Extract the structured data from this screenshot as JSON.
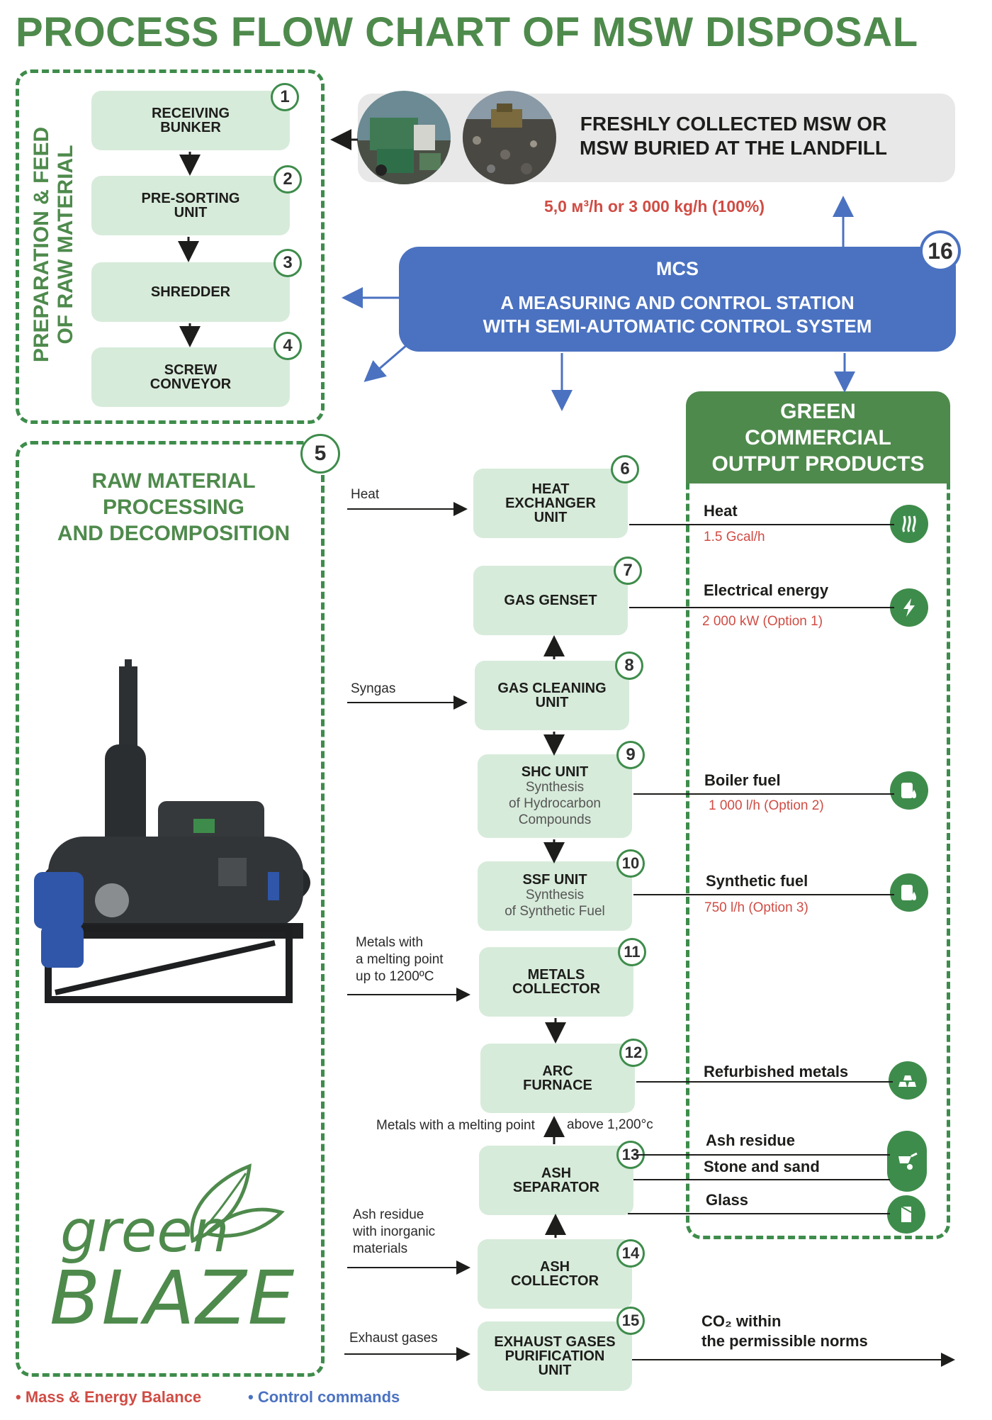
{
  "title": "PROCESS FLOW CHART OF MSW DISPOSAL",
  "prep_section_title_lines": [
    "PREPARATION & FEED",
    "OF RAW MATERIAL"
  ],
  "prep_steps": [
    {
      "num": "1",
      "lines": [
        "RECEIVING",
        "BUNKER"
      ]
    },
    {
      "num": "2",
      "lines": [
        "PRE-SORTING",
        "UNIT"
      ]
    },
    {
      "num": "3",
      "lines": [
        "SHREDDER"
      ]
    },
    {
      "num": "4",
      "lines": [
        "SCREW",
        "CONVEYOR"
      ]
    }
  ],
  "msw": {
    "lines": [
      "FRESHLY COLLECTED MSW OR",
      "MSW BURIED AT THE LANDFILL"
    ],
    "rate": "5,0 м³/h  or 3 000 kg/h  (100%)"
  },
  "mcs": {
    "num": "16",
    "title": "MCS",
    "lines": [
      "A MEASURING AND CONTROL STATION",
      "WITH SEMI-AUTOMATIC CONTROL SYSTEM"
    ]
  },
  "processing": {
    "num": "5",
    "title_lines": [
      "RAW MATERIAL",
      "PROCESSING",
      "AND DECOMPOSITION"
    ]
  },
  "green_output": {
    "title_lines": [
      "GREEN",
      "COMMERCIAL",
      "OUTPUT PRODUCTS"
    ]
  },
  "units": [
    {
      "num": "6",
      "name_lines": [
        "HEAT",
        "EXCHANGER",
        "UNIT"
      ],
      "sub_lines": []
    },
    {
      "num": "7",
      "name_lines": [
        "GAS GENSET"
      ],
      "sub_lines": []
    },
    {
      "num": "8",
      "name_lines": [
        "GAS CLEANING",
        "UNIT"
      ],
      "sub_lines": []
    },
    {
      "num": "9",
      "name_lines": [
        "SHC UNIT"
      ],
      "sub_lines": [
        "Synthesis",
        "of Hydrocarbon",
        "Compounds"
      ]
    },
    {
      "num": "10",
      "name_lines": [
        "SSF UNIT"
      ],
      "sub_lines": [
        "Synthesis",
        "of Synthetic Fuel"
      ]
    },
    {
      "num": "11",
      "name_lines": [
        "METALS",
        "COLLECTOR"
      ],
      "sub_lines": []
    },
    {
      "num": "12",
      "name_lines": [
        "ARC",
        "FURNACE"
      ],
      "sub_lines": []
    },
    {
      "num": "13",
      "name_lines": [
        "ASH",
        "SEPARATOR"
      ],
      "sub_lines": []
    },
    {
      "num": "14",
      "name_lines": [
        "ASH",
        "COLLECTOR"
      ],
      "sub_lines": []
    },
    {
      "num": "15",
      "name_lines": [
        "EXHAUST GASES",
        "PURIFICATION",
        "UNIT"
      ],
      "sub_lines": []
    }
  ],
  "inputs": {
    "heat": "Heat",
    "syngas": "Syngas",
    "metals_low_lines": [
      "Metals with",
      "a melting point",
      "up to 1200ºC"
    ],
    "metals_high_left": "Metals with a melting point",
    "metals_high_right": "above 1,200°c",
    "ash_lines": [
      "Ash residue",
      "with inorganic",
      "materials"
    ],
    "exhaust": "Exhaust gases"
  },
  "outputs": {
    "heat": {
      "label": "Heat",
      "value": "1.5 Gcal/h",
      "icon": "heat-waves-icon"
    },
    "electric": {
      "label": "Electrical energy",
      "value": "2 000 kW (Option 1)",
      "icon": "lightning-icon"
    },
    "boiler": {
      "label": "Boiler fuel",
      "value": "1 000 l/h (Option 2)",
      "icon": "fuel-barrel-icon"
    },
    "synthetic": {
      "label": "Synthetic fuel",
      "value": "750 l/h (Option 3)",
      "icon": "fuel-barrel-icon"
    },
    "metals": {
      "label": "Refurbished metals",
      "icon": "metal-ingots-icon"
    },
    "ash": {
      "label": "Ash residue",
      "icon": "wheelbarrow-icon"
    },
    "stone": {
      "label": "Stone and sand"
    },
    "glass": {
      "label": "Glass",
      "icon": "glass-icon"
    },
    "co2_lines": [
      "CO₂ within",
      "the permissible norms"
    ]
  },
  "logo": {
    "word1": "green",
    "word2": "BLAZE"
  },
  "legend": {
    "mass": "Mass & Energy Balance",
    "control": "Control commands"
  },
  "colors": {
    "green": "#4e8a4c",
    "light_green": "#d7ebda",
    "blue": "#4b72c1",
    "red": "#d04c44"
  }
}
